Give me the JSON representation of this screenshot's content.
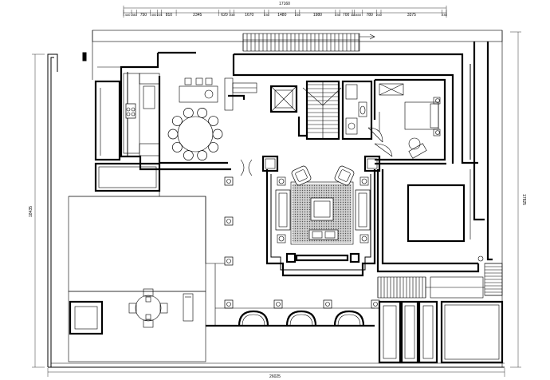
{
  "dimensions": {
    "top_overall": "17160",
    "top_segments": [
      "440",
      "280",
      "750",
      "400",
      "225",
      "810",
      "2345",
      "620",
      "230",
      "1670",
      "230",
      "1480",
      "230",
      "1980",
      "230",
      "700",
      "110",
      "450",
      "780",
      "240",
      "3375",
      "230"
    ],
    "bottom_overall": "26025",
    "left_overall": "18435",
    "right_overall": "17825"
  }
}
